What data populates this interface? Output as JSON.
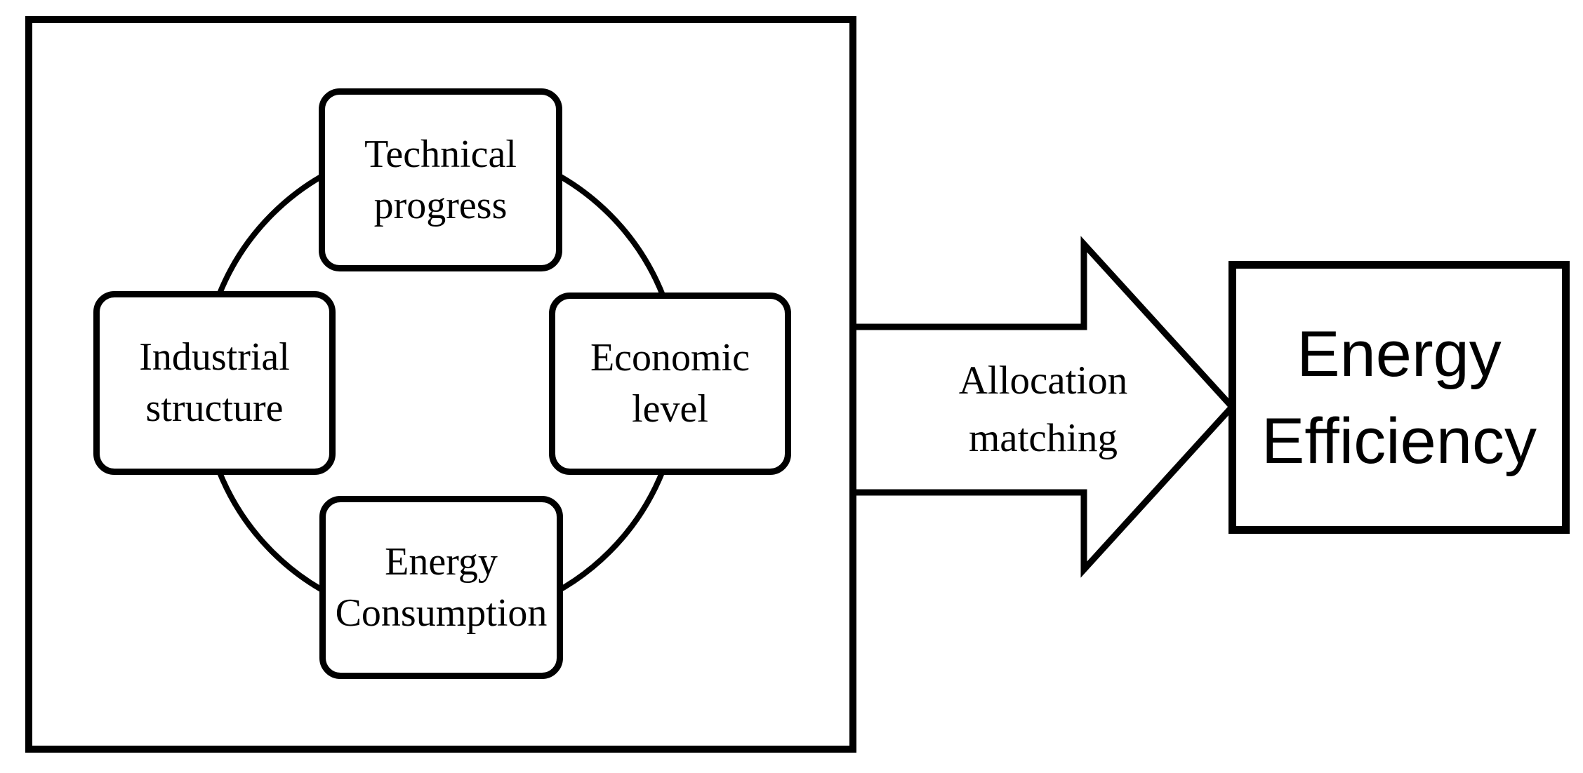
{
  "figure": {
    "inner_system": {
      "factors": [
        {
          "id": "technical-progress",
          "line1": "Technical",
          "line2": "progress"
        },
        {
          "id": "industrial-structure",
          "line1": "Industrial",
          "line2": "structure"
        },
        {
          "id": "economic-level",
          "line1": "Economic",
          "line2": "level"
        },
        {
          "id": "energy-consumption",
          "line1": "Energy",
          "line2": "Consumption"
        }
      ]
    },
    "arrow": {
      "line1": "Allocation",
      "line2": "matching"
    },
    "result": {
      "line1": "Energy",
      "line2": "Efficiency"
    }
  },
  "colors": {
    "stroke": "#000000",
    "background": "#ffffff",
    "text": "#000000"
  }
}
